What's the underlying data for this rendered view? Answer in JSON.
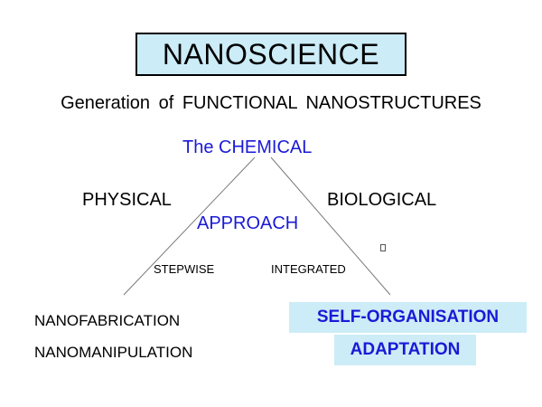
{
  "title": "NANOSCIENCE",
  "subtitle": "Generation  of  FUNCTIONAL  NANOSTRUCTURES",
  "triangle": {
    "apex_label": "The CHEMICAL",
    "center_label": "APPROACH",
    "left_label": "PHYSICAL",
    "right_label": "BIOLOGICAL",
    "left_edge_label": "STEPWISE",
    "right_edge_label": "INTEGRATED"
  },
  "left_items": [
    "NANOFABRICATION",
    "NANOMANIPULATION"
  ],
  "right_items": [
    "SELF-ORGANISATION",
    "ADAPTATION"
  ],
  "colors": {
    "accent_text": "#1a1ad6",
    "highlight_fill": "#ccecf7",
    "title_fill": "#ccecf7",
    "line": "#7a7a7a"
  },
  "icons": {
    "small_marker": "small-marker-icon"
  }
}
